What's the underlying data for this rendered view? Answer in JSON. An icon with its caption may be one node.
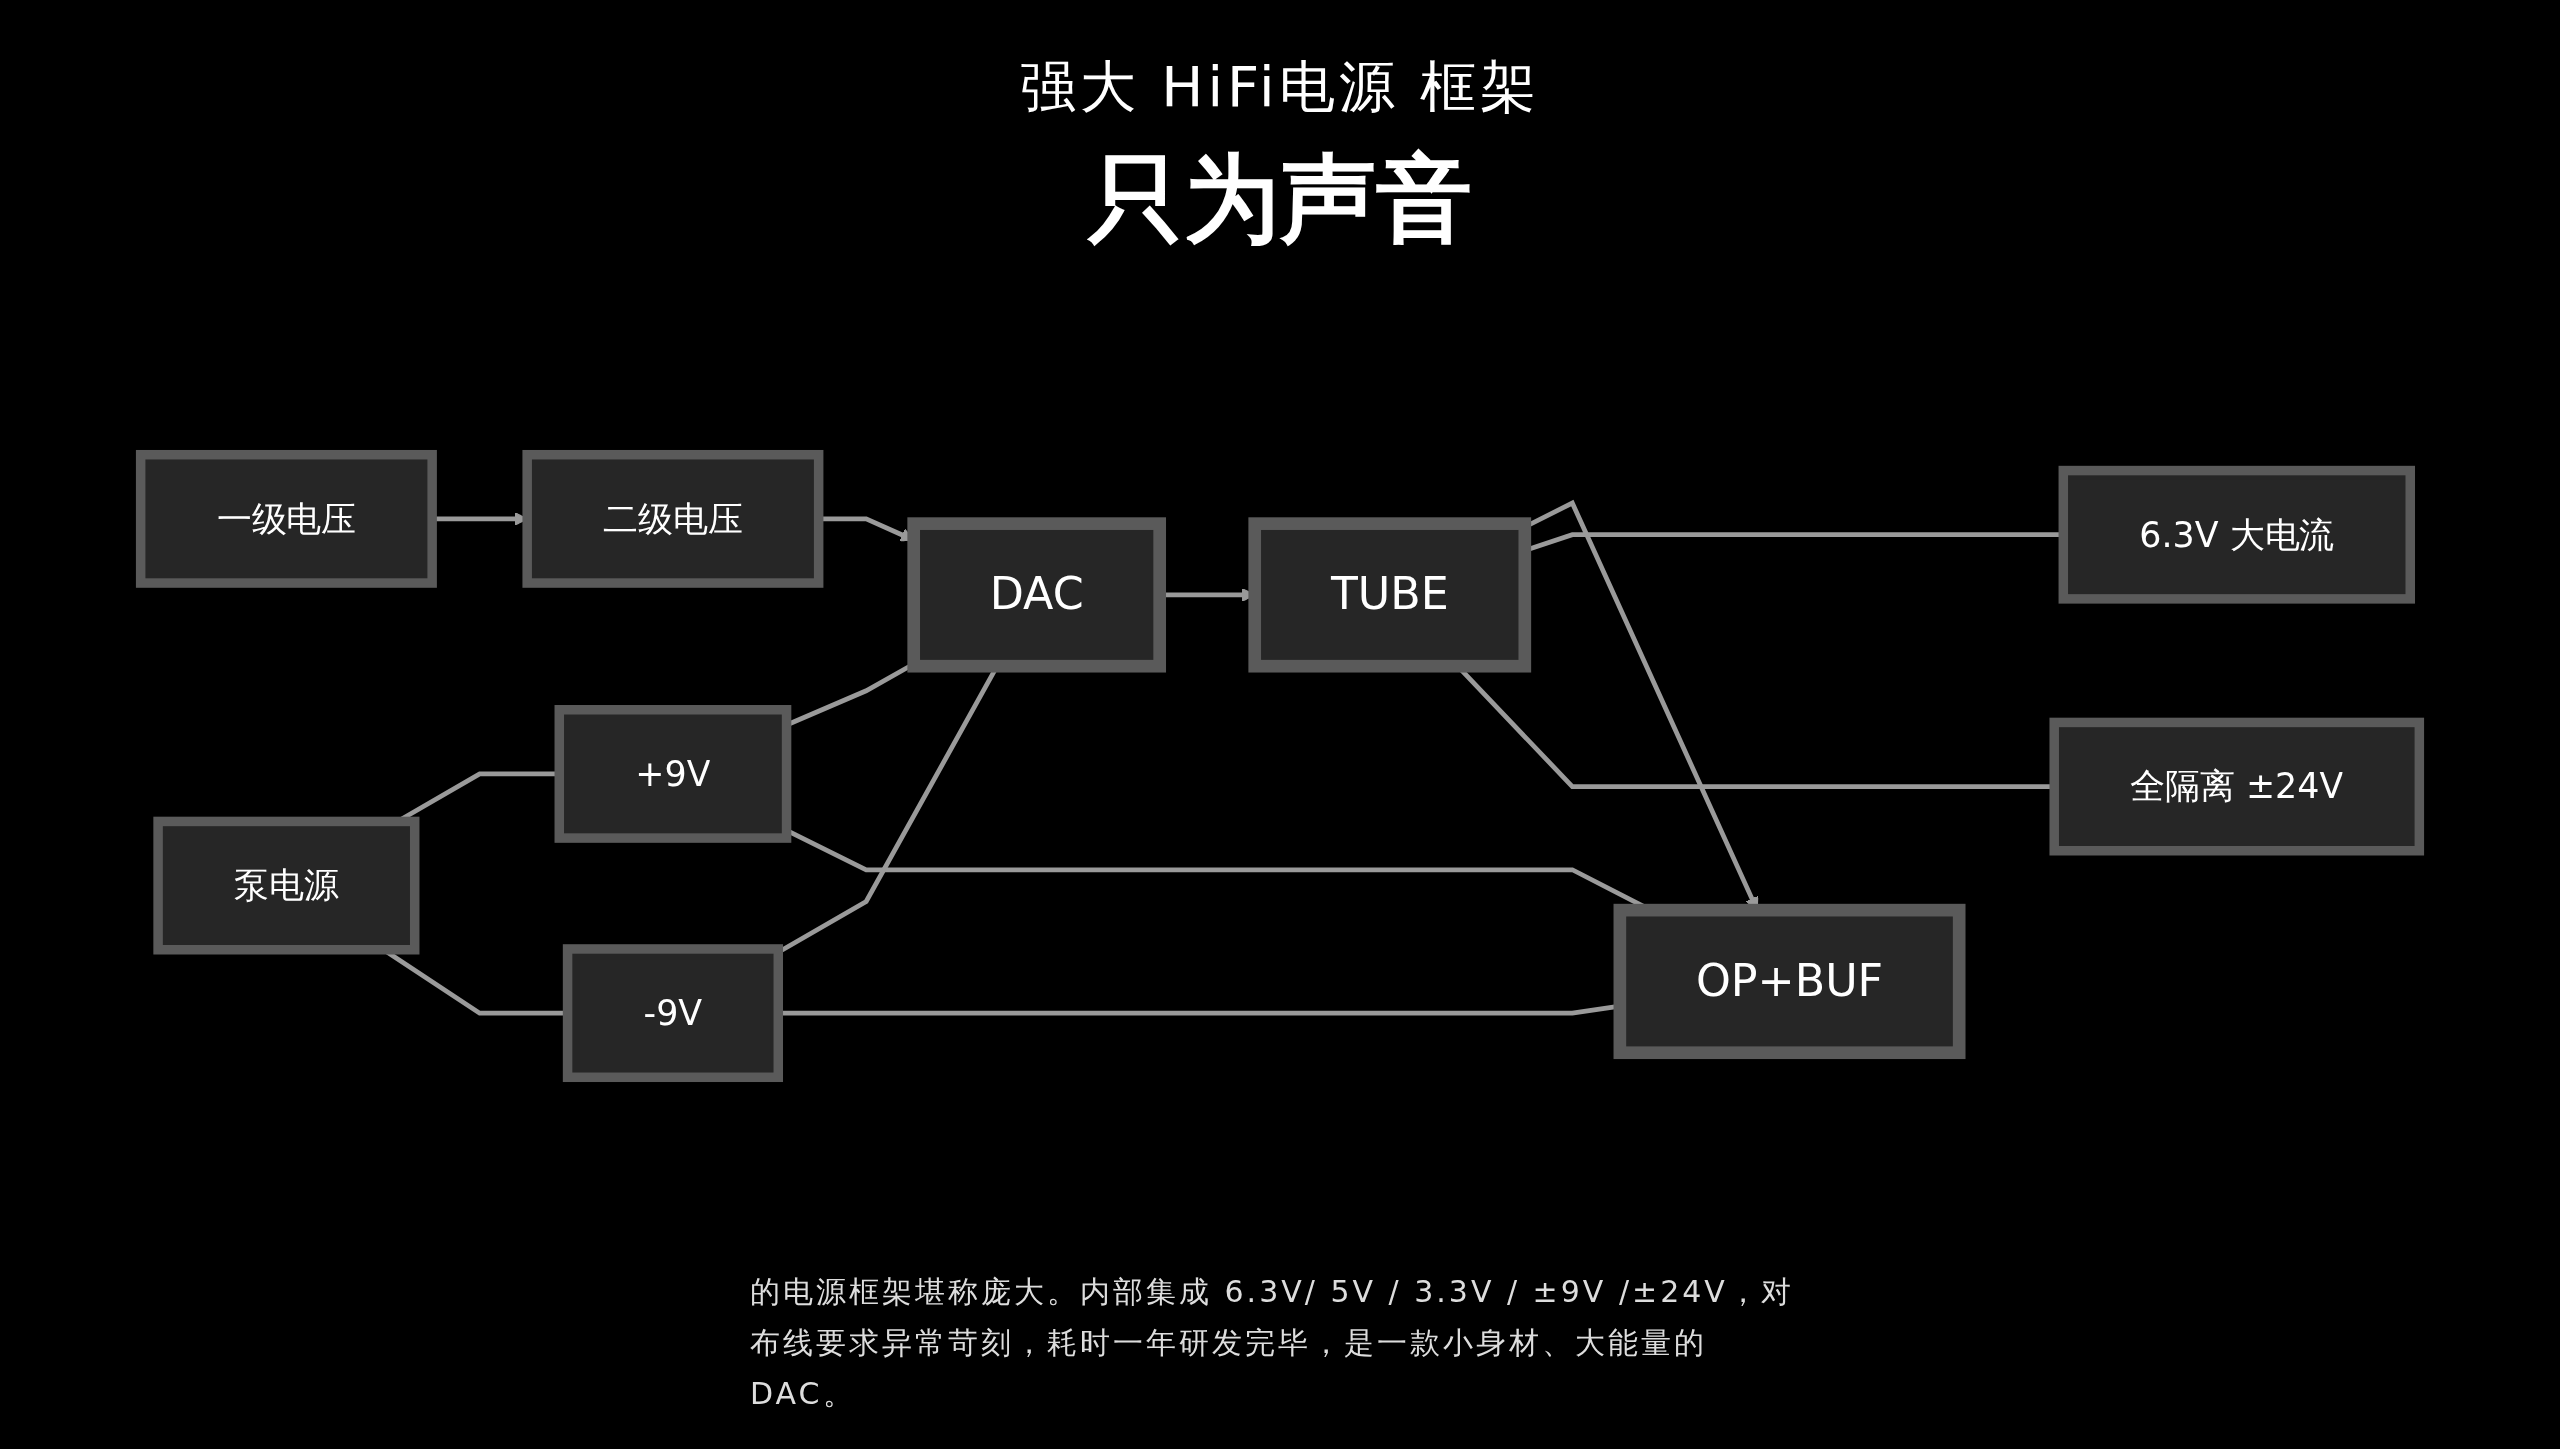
{
  "diagram": {
    "title": "强大 HiFi电源 框架",
    "caption": "的电源框架堪称庞大。内部集成 6.3V/ 5V / 3.3V / ±9V /±24V，对布线要求异常苛刻，耗时一年研发完毕，是一款小身材、大能量的 DAC。",
    "nodes": [
      {
        "text": [
          "一级电压"
        ]
      },
      {
        "text": [
          "泵电源"
        ]
      },
      {
        "text": [
          "二级电压"
        ]
      },
      {
        "text": [
          "+9V"
        ]
      },
      {
        "text": [
          "-9V"
        ]
      },
      {
        "text": [
          "DAC"
        ]
      },
      {
        "text": [
          "TUBE"
        ]
      },
      {
        "text": [
          "OP+BUF"
        ]
      },
      {
        "text": [
          "6.3V 大电流"
        ]
      },
      {
        "text": [
          "全隔离 ±24V"
        ]
      }
    ],
    "edges": [
      {
        "from": 0,
        "to": 2,
        "arrow": "to"
      },
      {
        "from": 2,
        "to": 5,
        "arrow": "to"
      },
      {
        "from": 1,
        "to": 3,
        "arrow": "none"
      },
      {
        "from": 1,
        "to": 4,
        "arrow": "none"
      },
      {
        "from": 3,
        "to": 5,
        "arrow": "none"
      },
      {
        "from": 3,
        "to": 7,
        "arrow": "none"
      },
      {
        "from": 4,
        "to": 5,
        "arrow": "none"
      },
      {
        "from": 4,
        "to": 7,
        "arrow": "none"
      },
      {
        "from": 5,
        "to": 6,
        "arrow": "to"
      },
      {
        "from": 6,
        "to": 7,
        "arrow": "to"
      },
      {
        "from": 6,
        "to": 8,
        "arrow": "none"
      },
      {
        "from": 6,
        "to": 9,
        "arrow": "none"
      }
    ],
    "labels": [
      "只为声音"
    ]
  }
}
